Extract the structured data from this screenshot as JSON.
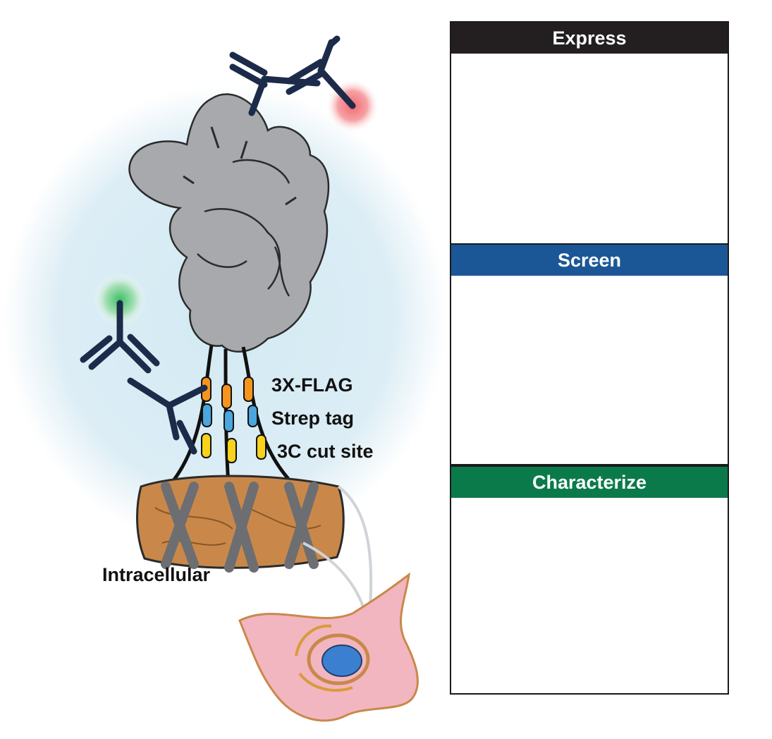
{
  "labels": {
    "flag": "3X-FLAG",
    "strep": "Strep tag",
    "cut": "3C cut site",
    "intracellular": "Intracellular"
  },
  "panels": [
    {
      "id": "express",
      "title": "Express",
      "color": "#231f20"
    },
    {
      "id": "screen",
      "title": "Screen",
      "color": "#1b5796"
    },
    {
      "id": "characterize",
      "title": "Characterize",
      "color": "#0b7a4b"
    }
  ],
  "colors": {
    "protein": "#a7a9ac",
    "antibody": "#1c2b4a",
    "fluor_red": "#f26a6f",
    "fluor_green": "#4cc26f",
    "tag_flag": "#f7941d",
    "tag_strep": "#4aa6dc",
    "tag_cut": "#f8d21c",
    "membrane": "#c9884a",
    "cell": "#f2b6c0",
    "nucleus": "#3b7fd1",
    "halo": "#dceef6"
  },
  "icons": [
    "scissors-icon",
    "plasmid-icon",
    "petri-dish-icon",
    "flow-cytometry-plot-icon",
    "heatmap-grid-icon",
    "binding-curve-icon",
    "em-class-average-icon"
  ]
}
